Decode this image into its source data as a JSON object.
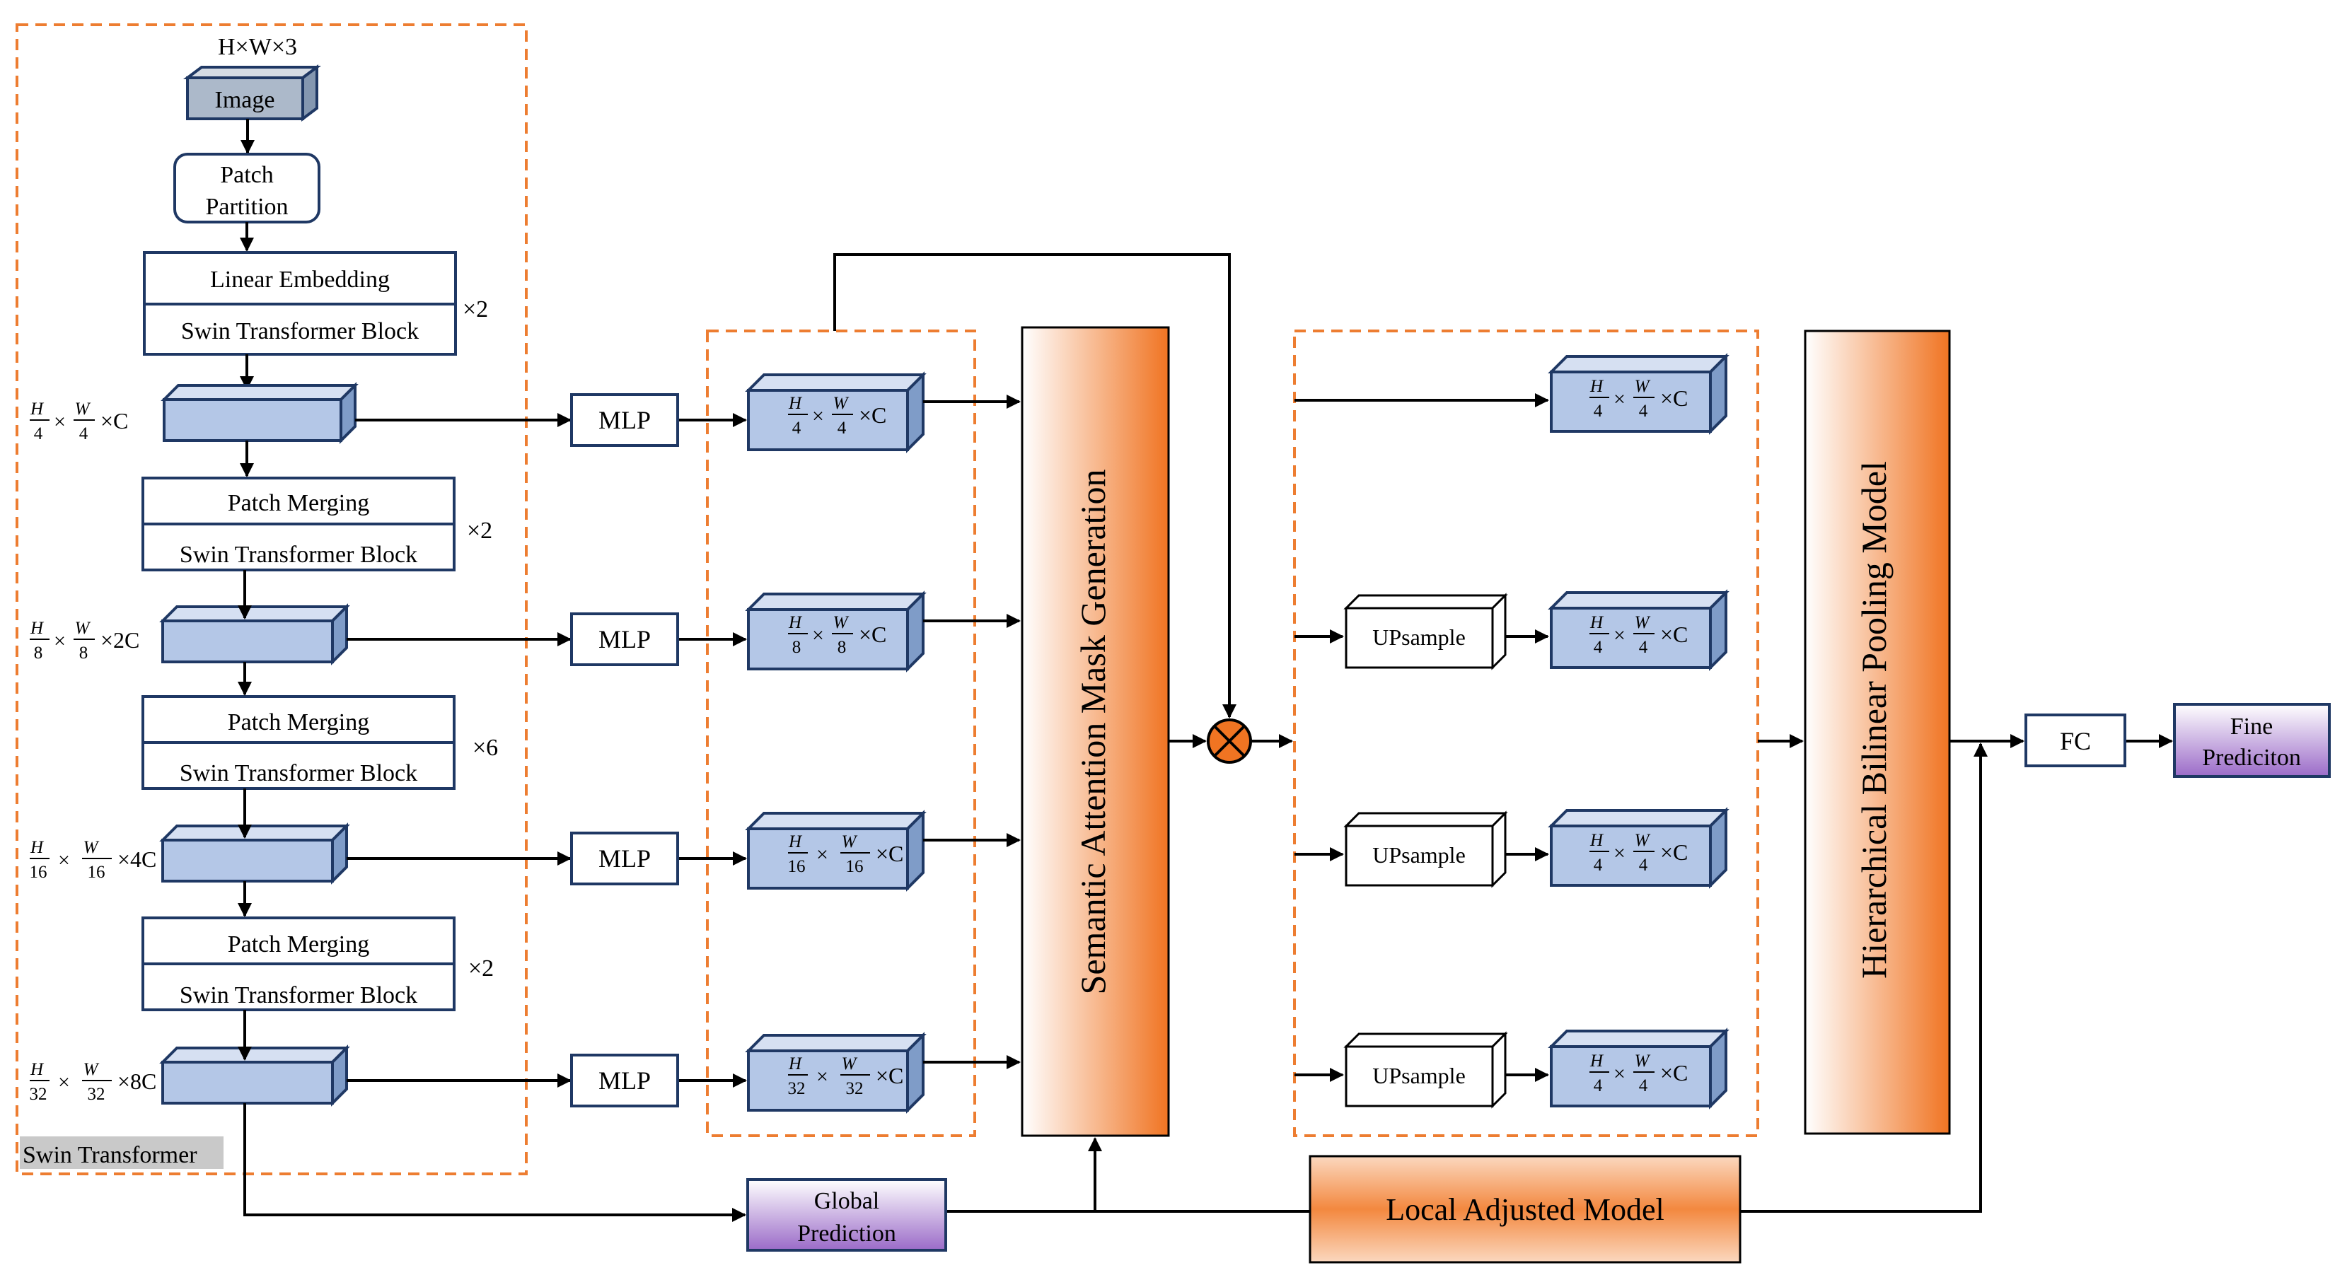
{
  "swin": {
    "input_shape": "H×W×3",
    "image": "Image",
    "patch_partition": [
      "Patch",
      "Partition"
    ],
    "linear_embedding": "Linear Embedding",
    "patch_merging": "Patch Merging",
    "block": "Swin Transformer Block",
    "repeats": [
      "×2",
      "×2",
      "×6",
      "×2"
    ],
    "label": "Swin Transformer"
  },
  "stage_dims": [
    {
      "h": "H",
      "hd": "4",
      "w": "W",
      "wd": "4",
      "suffix": "×C"
    },
    {
      "h": "H",
      "hd": "8",
      "w": "W",
      "wd": "8",
      "suffix": "×2C"
    },
    {
      "h": "H",
      "hd": "16",
      "w": "W",
      "wd": "16",
      "suffix": "×4C"
    },
    {
      "h": "H",
      "hd": "32",
      "w": "W",
      "wd": "32",
      "suffix": "×8C"
    }
  ],
  "mlp": "MLP",
  "mlp_out_dims": [
    {
      "h": "H",
      "hd": "4",
      "w": "W",
      "wd": "4",
      "suffix": "×C"
    },
    {
      "h": "H",
      "hd": "8",
      "w": "W",
      "wd": "8",
      "suffix": "×C"
    },
    {
      "h": "H",
      "hd": "16",
      "w": "W",
      "wd": "16",
      "suffix": "×C"
    },
    {
      "h": "H",
      "hd": "32",
      "w": "W",
      "wd": "32",
      "suffix": "×C"
    }
  ],
  "upsample_out_dim": {
    "h": "H",
    "hd": "4",
    "w": "W",
    "wd": "4",
    "suffix": "×C"
  },
  "semantic": "Semantic Attention Mask Generation",
  "upsample": "UPsample",
  "hierarchical": "Hierarchical Bilinear Pooling Model",
  "fc": "FC",
  "fine_prediction": [
    "Fine",
    "Prediciton"
  ],
  "global_prediction": [
    "Global",
    "Prediction"
  ],
  "local_adjusted": "Local Adjusted Model",
  "colors": {
    "cube_blue": "#b4c7e7",
    "cube_blue_top": "#d6e0f2",
    "cube_blue_side": "#7f9cc8",
    "image_gray": "#acb9ca",
    "border_blue": "#1f3864",
    "orange_dash": "#ed7d31",
    "orange": "#f07422",
    "purple": "#9b6bc8",
    "gray_label": "#c9c9c9"
  }
}
